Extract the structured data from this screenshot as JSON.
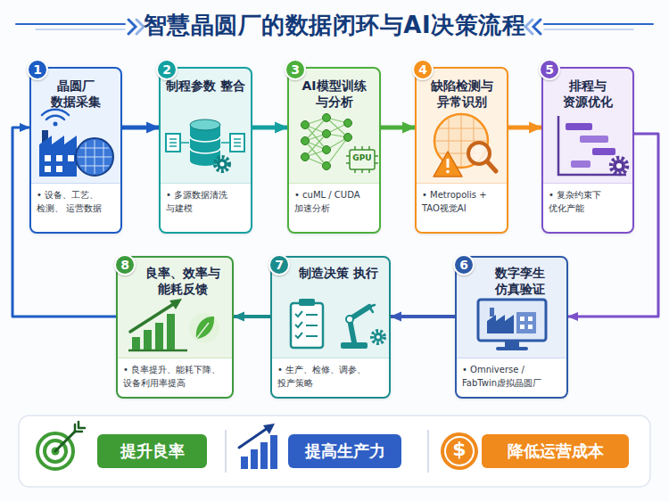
{
  "diagram": {
    "title": "智慧晶圆厂的数据闭环与AI决策流程",
    "nodes": [
      {
        "text": [
          "晶圆厂 数据采集",
          "• 设备、工艺、检测、 运营数据"
        ]
      },
      {
        "text": [
          "1"
        ],
        "in": 0
      },
      {
        "text": [
          "制程参数 整合",
          "• 多源数据清洗 与建模"
        ]
      },
      {
        "text": [
          "2"
        ],
        "in": 2
      },
      {
        "text": [
          "AI模型训练 与分析",
          "• cuML / CUDA 加速分析"
        ]
      },
      {
        "text": [
          "3"
        ],
        "in": 4
      },
      {
        "text": [
          "缺陷检测与 异常识别",
          "• Metropolis + TAO视觉AI"
        ]
      },
      {
        "text": [
          "4"
        ],
        "in": 6
      },
      {
        "text": [
          "排程与 资源优化",
          "• 复杂约束下 优化产能"
        ]
      },
      {
        "text": [
          "5"
        ],
        "in": 8
      },
      {
        "text": [
          "数字孪生 仿真验证",
          "• Omniverse / FabTwin虚拟晶圆厂"
        ]
      },
      {
        "text": [
          "6"
        ],
        "in": 10
      },
      {
        "text": [
          "制造决策 执行",
          "• 生产、检修、调参、 投产策略"
        ]
      },
      {
        "text": [
          "7"
        ],
        "in": 12
      },
      {
        "text": [
          "良率、效率与 能耗反馈",
          "• 良率提升、能耗下降、 设备利用率提高"
        ]
      },
      {
        "text": [
          "8"
        ],
        "in": 14
      },
      {
        "text": [
          "提升良率"
        ]
      },
      {
        "text": [
          "提高生产力"
        ]
      },
      {
        "text": [
          "降低运营成本"
        ]
      }
    ],
    "edges": [
      {
        "from": 0,
        "to": 2,
        "arrow": "to"
      },
      {
        "from": 2,
        "to": 4,
        "arrow": "to"
      },
      {
        "from": 4,
        "to": 6,
        "arrow": "to"
      },
      {
        "from": 6,
        "to": 8,
        "arrow": "to"
      },
      {
        "from": 8,
        "to": 10,
        "arrow": "to"
      },
      {
        "from": 10,
        "to": 12,
        "arrow": "to"
      },
      {
        "from": 12,
        "to": 14,
        "arrow": "to"
      },
      {
        "from": 14,
        "to": 0,
        "arrow": "to"
      }
    ],
    "labels": [
      "GPU",
      "$"
    ]
  }
}
